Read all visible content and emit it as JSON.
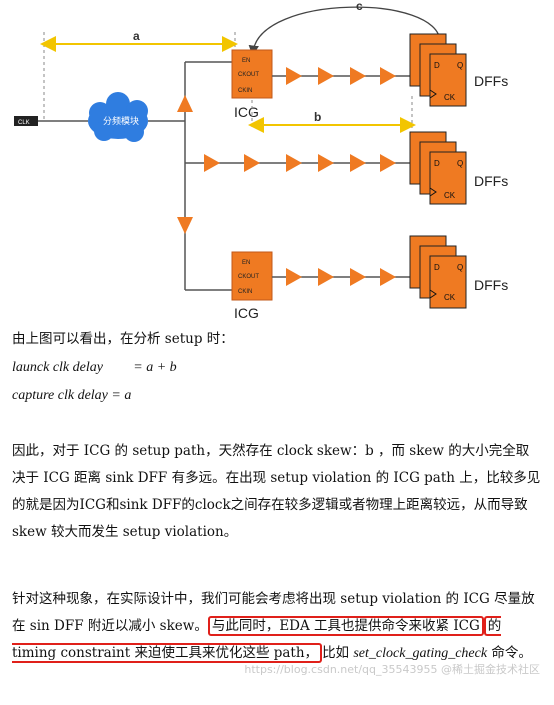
{
  "diagram": {
    "labels": {
      "a": "a",
      "b": "b",
      "c": "c",
      "clk": "CLK",
      "cloud": "分频模块",
      "icg": "ICG",
      "dffs": "DFFs",
      "en": "EN",
      "ckout": "CKOUT",
      "ckin": "CKIN",
      "d": "D",
      "q": "Q",
      "ck": "CK"
    },
    "colors": {
      "orange": "#ef7a22",
      "cloud": "#2f7de0",
      "arrow_yellow": "#f2c500",
      "line": "#555555"
    }
  },
  "text": {
    "intro": "由上图可以看出，在分析 setup 时：",
    "launch_label": "launck clk delay",
    "launch_value": "= a + b",
    "capture_text": "capture clk delay = a",
    "p1": "因此，对于 ICG 的 setup path，天然存在 clock skew：b ，而 skew 的大小完全取决于 ICG 距离 sink DFF 有多远。在出现 setup violation 的 ICG path 上，比较多见的就是因为ICG和sink DFF的clock之间存在较多逻辑或者物理上距离较远，从而导致 skew 较大而发生 setup violation。",
    "p2_a": "针对这种现象，在实际设计中，我们可能会考虑将出现 setup violation 的 ICG 尽量放在 sin DFF 附近以减小 skew。",
    "p2_hl1": "与此同时，EDA 工具也提供命令来收紧 ICG",
    "p2_hl2": "的 timing constraint 来迫使工具来优化这些 path，",
    "p2_b": "比如 ",
    "p2_cmd": "set_clock_gating_check",
    "p2_c": " 命令。"
  },
  "watermark": "https://blog.csdn.net/qq_35543955 @稀土掘金技术社区"
}
